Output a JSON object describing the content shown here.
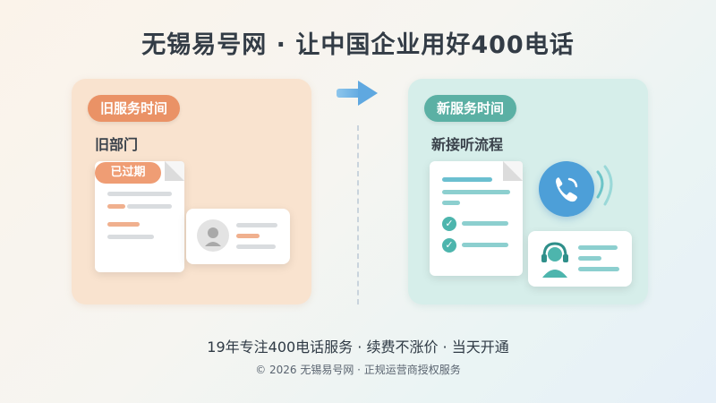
{
  "title": "无锡易号网 · 让中国企业用好400电话",
  "old_panel": {
    "pill": "旧服务时间",
    "subtitle": "旧部门",
    "badge": "已过期",
    "colors": {
      "background": "#f9e3cf",
      "accent": "#ea9266"
    },
    "icons": [
      "document-icon",
      "user-avatar-icon"
    ]
  },
  "new_panel": {
    "pill": "新服务时间",
    "subtitle": "新接听流程",
    "colors": {
      "background": "#d6eeea",
      "accent": "#5bb0a4",
      "phone": "#4d9fd8"
    },
    "icons": [
      "document-icon",
      "check-icon",
      "phone-call-icon",
      "headset-agent-icon"
    ]
  },
  "transition_icon": "arrow-right-icon",
  "tagline": "19年专注400电话服务 · 续费不涨价 · 当天开通",
  "footer": "© 2026 无锡易号网 · 正规运营商授权服务"
}
